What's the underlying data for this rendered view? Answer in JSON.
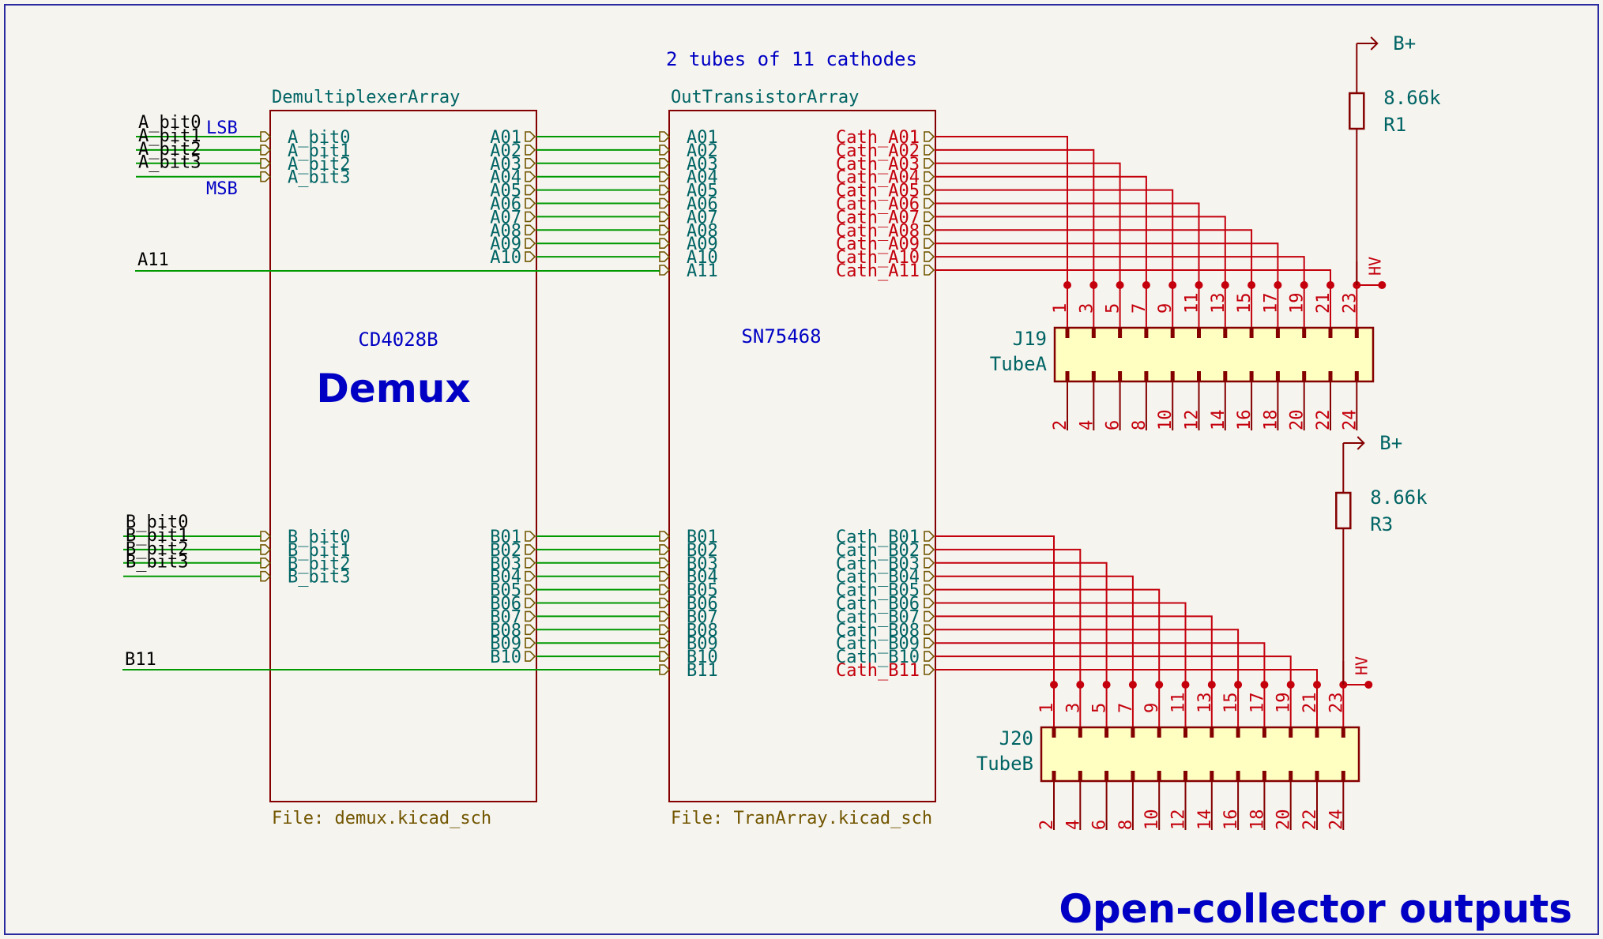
{
  "note_top": "2 tubes of 11 cathodes",
  "page_title": "Open-collector outputs",
  "colors": {
    "background": "#f5f4ef",
    "wire": "#009900",
    "sheet_border": "#840000",
    "sheet_label": "#006464",
    "sheet_file": "#725600",
    "net_red": "#c4000c",
    "net_label": "#000000",
    "note_blue": "#0000c4",
    "frame": "#2a2aa0",
    "connector_fill": "#ffffc2"
  },
  "sheets": {
    "demux": {
      "name": "DemultiplexerArray",
      "file": "File: demux.kicad_sch",
      "part": "CD4028B",
      "big_label": "Demux",
      "in_a": [
        "A_bit0",
        "A_bit1",
        "A_bit2",
        "A_bit3"
      ],
      "in_b": [
        "B_bit0",
        "B_bit1",
        "B_bit2",
        "B_bit3"
      ],
      "out_a": [
        "A01",
        "A02",
        "A03",
        "A04",
        "A05",
        "A06",
        "A07",
        "A08",
        "A09",
        "A10"
      ],
      "out_b": [
        "B01",
        "B02",
        "B03",
        "B04",
        "B05",
        "B06",
        "B07",
        "B08",
        "B09",
        "B10"
      ]
    },
    "tran": {
      "name": "OutTransistorArray",
      "file": "File: TranArray.kicad_sch",
      "part": "SN75468",
      "in_a": [
        "A01",
        "A02",
        "A03",
        "A04",
        "A05",
        "A06",
        "A07",
        "A08",
        "A09",
        "A10",
        "A11"
      ],
      "in_b": [
        "B01",
        "B02",
        "B03",
        "B04",
        "B05",
        "B06",
        "B07",
        "B08",
        "B09",
        "B10",
        "B11"
      ],
      "out_a": [
        "Cath_A01",
        "Cath_A02",
        "Cath_A03",
        "Cath_A04",
        "Cath_A05",
        "Cath_A06",
        "Cath_A07",
        "Cath_A08",
        "Cath_A09",
        "Cath_A10",
        "Cath_A11"
      ],
      "out_b": [
        "Cath_B01",
        "Cath_B02",
        "Cath_B03",
        "Cath_B04",
        "Cath_B05",
        "Cath_B06",
        "Cath_B07",
        "Cath_B08",
        "Cath_B09",
        "Cath_B10",
        "Cath_B11"
      ]
    }
  },
  "nets_left": {
    "a_bits": [
      "A_bit0",
      "A_bit1",
      "A_bit2",
      "A_bit3"
    ],
    "b_bits": [
      "B_bit0",
      "B_bit1",
      "B_bit2",
      "B_bit3"
    ],
    "a11": "A11",
    "b11": "B11",
    "lsb": "LSB",
    "msb": "MSB"
  },
  "connectors": [
    {
      "ref": "J19",
      "value": "TubeA",
      "odd_pins": [
        "1",
        "3",
        "5",
        "7",
        "9",
        "11",
        "13",
        "15",
        "17",
        "19",
        "21",
        "23"
      ],
      "even_pins": [
        "2",
        "4",
        "6",
        "8",
        "10",
        "12",
        "14",
        "16",
        "18",
        "20",
        "22",
        "24"
      ],
      "resistor_ref": "R1",
      "resistor_value": "8.66k",
      "supply": "B+",
      "hv_label": "HV"
    },
    {
      "ref": "J20",
      "value": "TubeB",
      "odd_pins": [
        "1",
        "3",
        "5",
        "7",
        "9",
        "11",
        "13",
        "15",
        "17",
        "19",
        "21",
        "23"
      ],
      "even_pins": [
        "2",
        "4",
        "6",
        "8",
        "10",
        "12",
        "14",
        "16",
        "18",
        "20",
        "22",
        "24"
      ],
      "resistor_ref": "R3",
      "resistor_value": "8.66k",
      "supply": "B+",
      "hv_label": "HV"
    }
  ]
}
